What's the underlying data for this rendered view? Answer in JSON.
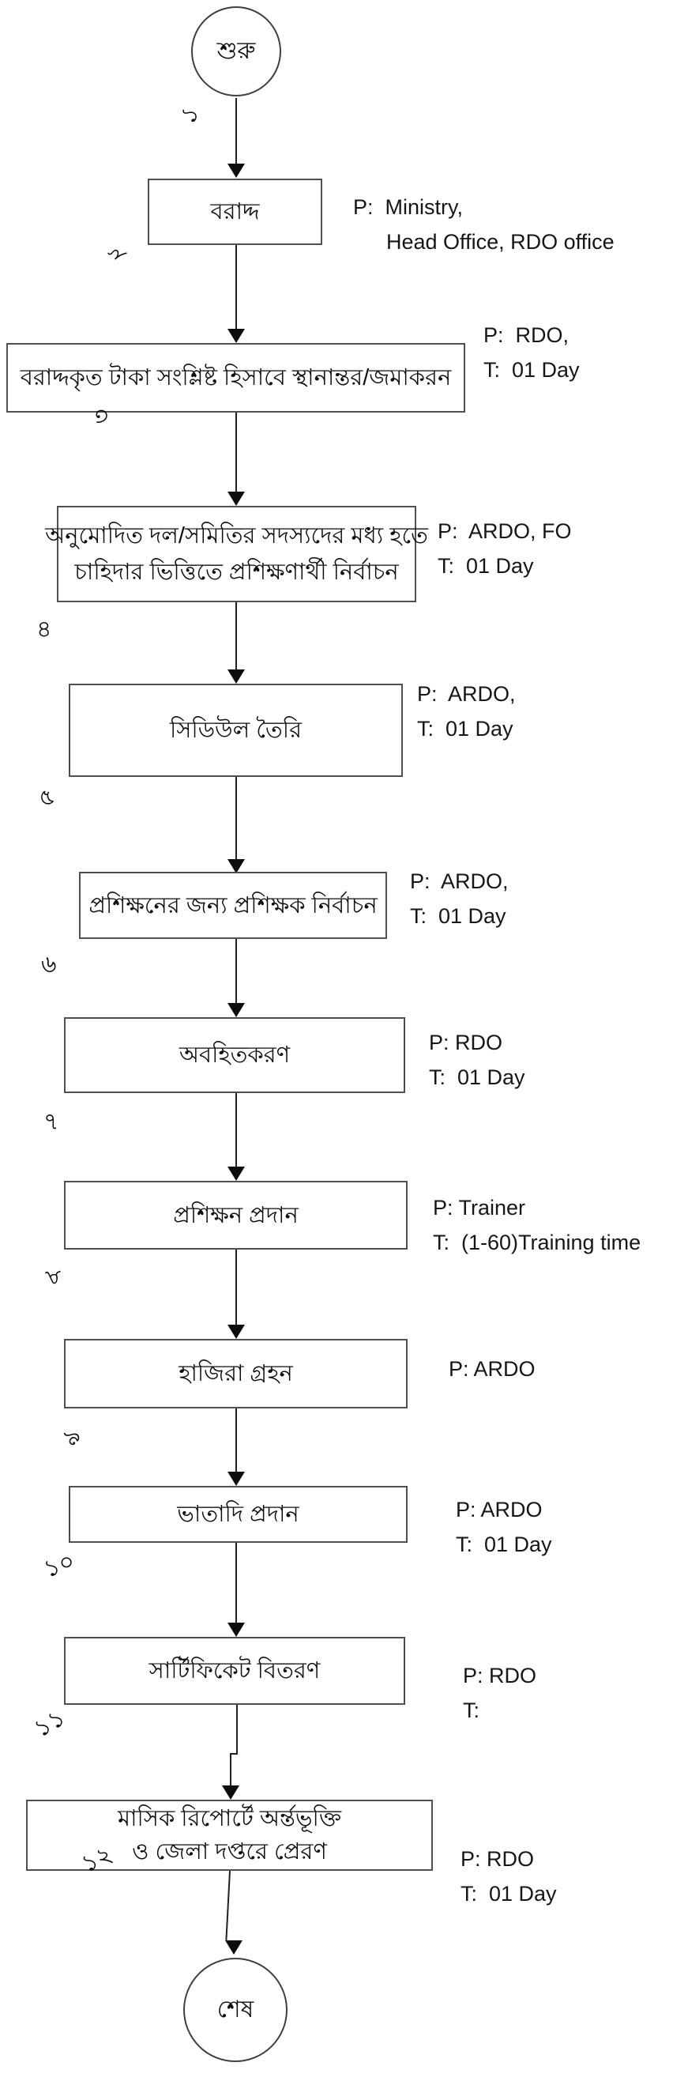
{
  "diagram_language": "Bengali",
  "nodes": [
    {
      "type": "start-terminal",
      "lines": [
        "শুরু"
      ]
    },
    {
      "type": "process",
      "lines": [
        "বরাদ্দ"
      ]
    },
    {
      "type": "process",
      "lines": [
        "বরাদ্দকৃত টাকা সংশ্লিষ্ট হিসাবে স্থানান্তর/জমাকরন"
      ]
    },
    {
      "type": "process",
      "lines": [
        "অনুমোদিত দল/সমিতির সদস্যদের মধ্য হতে",
        "চাহিদার ভিত্তিতে প্রশিক্ষণার্থী নির্বাচন"
      ]
    },
    {
      "type": "process",
      "lines": [
        "সিডিউল তৈরি"
      ]
    },
    {
      "type": "process",
      "lines": [
        "প্রশিক্ষনের জন্য প্রশিক্ষক নির্বাচন"
      ]
    },
    {
      "type": "process",
      "lines": [
        "অবহিতকরণ"
      ]
    },
    {
      "type": "process",
      "lines": [
        "প্রশিক্ষন প্রদান"
      ]
    },
    {
      "type": "process",
      "lines": [
        "হাজিরা গ্রহন"
      ]
    },
    {
      "type": "process",
      "lines": [
        "ভাতাদি প্রদান"
      ]
    },
    {
      "type": "process",
      "lines": [
        "সার্টিফিকেট বিতরণ"
      ]
    },
    {
      "type": "process",
      "lines": [
        "মাসিক রিপোর্টে অর্ন্তভূক্তি",
        "ও জেলা দপ্তরে প্রেরণ"
      ]
    },
    {
      "type": "end-terminal",
      "lines": [
        "শেষ"
      ]
    }
  ],
  "notes": [
    {
      "lines": [
        "P:  Ministry,",
        "Head Office, RDO office"
      ]
    },
    {
      "lines": [
        "P:  RDO,",
        "T:  01 Day"
      ]
    },
    {
      "lines": [
        "P:  ARDO, FO",
        "T:  01 Day"
      ]
    },
    {
      "lines": [
        "P:  ARDO,",
        "T:  01 Day"
      ]
    },
    {
      "lines": [
        "P:  ARDO,",
        "T:  01 Day"
      ]
    },
    {
      "lines": [
        "P: RDO",
        "T:  01 Day"
      ]
    },
    {
      "lines": [
        "P: Trainer",
        "T:  (1-60)Training time"
      ]
    },
    {
      "lines": [
        "P: ARDO"
      ]
    },
    {
      "lines": [
        "P: ARDO",
        "T:  01 Day"
      ]
    },
    {
      "lines": [
        "P: RDO",
        "T:"
      ]
    },
    {
      "lines": [
        "P: RDO",
        "T:  01 Day"
      ]
    }
  ],
  "connector_labels": [
    "১",
    "২",
    "৩",
    "৪",
    "৫",
    "৬",
    "৭",
    "৮",
    "৯",
    "১০",
    "১১",
    "১২"
  ]
}
